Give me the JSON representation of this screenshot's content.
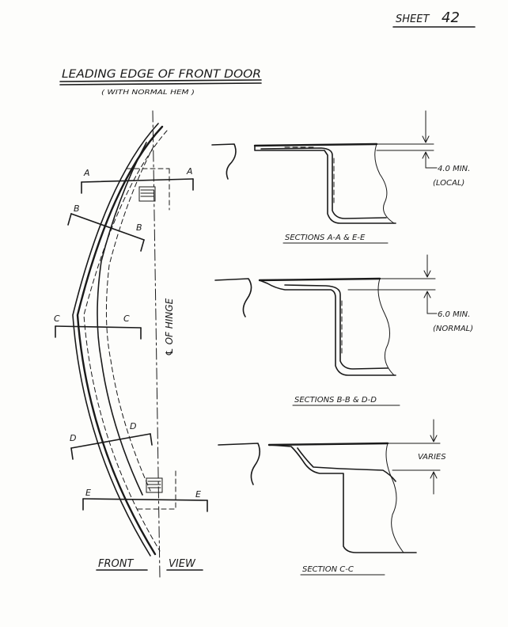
{
  "sheet": {
    "label": "SHEET",
    "number": "42"
  },
  "title": {
    "main": "LEADING EDGE OF FRONT DOOR",
    "sub": "( WITH NORMAL HEM )"
  },
  "front_view": {
    "label_left": "FRONT",
    "label_right": "VIEW",
    "centerline_label": "℄ OF HINGE",
    "section_marks": [
      "A",
      "A",
      "B",
      "B",
      "C",
      "C",
      "D",
      "D",
      "E",
      "E"
    ]
  },
  "sections": [
    {
      "caption": "SECTIONS A-A & E-E",
      "dimension": "4.0 MIN.",
      "note": "(LOCAL)"
    },
    {
      "caption": "SECTIONS B-B & D-D",
      "dimension": "6.0 MIN.",
      "note": "(NORMAL)"
    },
    {
      "caption": "SECTION C-C",
      "dimension": "VARIES",
      "note": ""
    }
  ],
  "colors": {
    "ink": "#1a1a1a",
    "paper": "#fdfdfb"
  }
}
